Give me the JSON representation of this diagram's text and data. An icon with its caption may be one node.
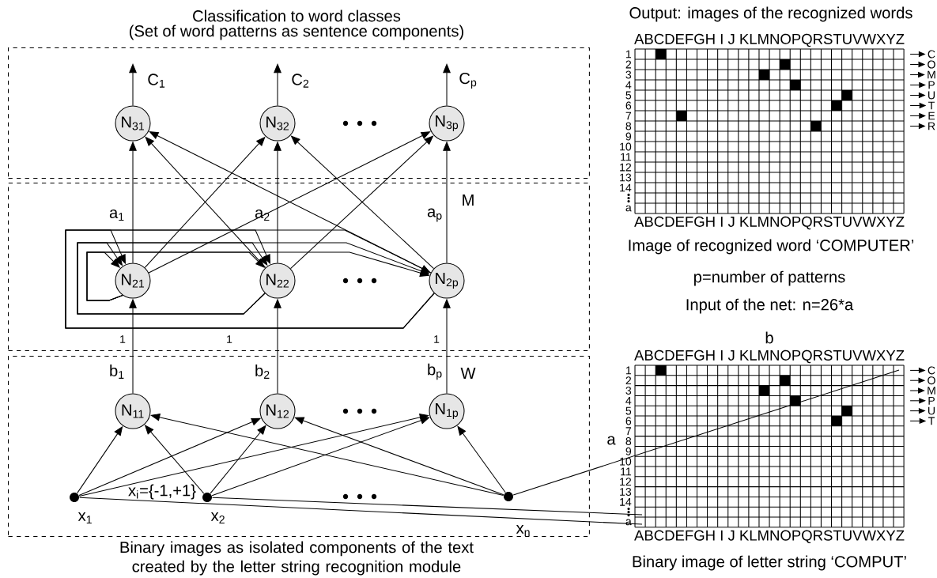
{
  "diagram": {
    "nodes": [
      {
        "text": [
          "Classification to word classes",
          "(Set of word patterns as sentence components)"
        ]
      },
      {
        "text": [
          "M"
        ]
      },
      {
        "text": [
          "W",
          "Binary images as isolated components of the text created by the letter string recognition module"
        ]
      },
      {
        "text": [
          "N$_{31}$"
        ],
        "in": 0
      },
      {
        "text": [
          "N$_{32}$"
        ],
        "in": 0
      },
      {
        "text": [
          "N$_{3p}$"
        ],
        "in": 0
      },
      {
        "text": [
          "N$_{21}$"
        ],
        "in": 1
      },
      {
        "text": [
          "N$_{22}$"
        ],
        "in": 1
      },
      {
        "text": [
          "N$_{2p}$"
        ],
        "in": 1
      },
      {
        "text": [
          "N$_{11}$"
        ],
        "in": 2
      },
      {
        "text": [
          "N$_{12}$"
        ],
        "in": 2
      },
      {
        "text": [
          "N$_{1p}$"
        ],
        "in": 2
      },
      {
        "text": [],
        "shape": "circle",
        "beside": [
          "x$_{1}$"
        ],
        "in": 2
      },
      {
        "text": [],
        "shape": "circle",
        "beside": [
          "x$_{2}$"
        ],
        "in": 2
      },
      {
        "text": [],
        "shape": "circle",
        "beside": [
          "x$_{n}$"
        ],
        "in": 2
      },
      {
        "text": [
          "ABCDEFGH I J KLMNOPQRSTUVWXYZ",
          "1",
          "2",
          "3",
          "4",
          "5",
          "6",
          "7",
          "8",
          "9",
          "10",
          "11",
          "12",
          "13",
          "14",
          "a",
          "ABCDEFGH I J KLMNOPQRSTUVWXYZ"
        ],
        "beside": [
          "Output: images of the recognized words",
          "Image of recognized word ‘COMPUTER’"
        ]
      },
      {
        "text": [
          "ABCDEFGH I J KLMNOPQRSTUVWXYZ",
          "1",
          "2",
          "3",
          "4",
          "5",
          "6",
          "7",
          "8",
          "9",
          "10",
          "11",
          "12",
          "13",
          "14",
          "a",
          "ABCDEFGH I J KLMNOPQRSTUVWXYZ"
        ],
        "beside": [
          "b",
          "a",
          "Binary image of letter string ‘COMPUT’"
        ]
      },
      {
        "text": [
          "C"
        ]
      },
      {
        "text": [
          "O"
        ]
      },
      {
        "text": [
          "M"
        ]
      },
      {
        "text": [
          "P"
        ]
      },
      {
        "text": [
          "U"
        ]
      },
      {
        "text": [
          "T"
        ]
      },
      {
        "text": [
          "E"
        ]
      },
      {
        "text": [
          "R"
        ]
      },
      {
        "text": [
          "C"
        ]
      },
      {
        "text": [
          "O"
        ]
      },
      {
        "text": [
          "M"
        ]
      },
      {
        "text": [
          "P"
        ]
      },
      {
        "text": [
          "U"
        ]
      },
      {
        "text": [
          "T"
        ]
      }
    ],
    "edges": [
      {
        "from": 9,
        "to": 6,
        "arrow": "to",
        "label": "b$_{1}$"
      },
      {
        "from": 10,
        "to": 7,
        "arrow": "to",
        "label": "b$_{2}$"
      },
      {
        "from": 11,
        "to": 8,
        "arrow": "to",
        "label": "b$_{p}$"
      },
      {
        "from": 12,
        "to": 9,
        "arrow": "to"
      },
      {
        "from": 12,
        "to": 10,
        "arrow": "to"
      },
      {
        "from": 12,
        "to": 11,
        "arrow": "to"
      },
      {
        "from": 13,
        "to": 9,
        "arrow": "to"
      },
      {
        "from": 13,
        "to": 10,
        "arrow": "to"
      },
      {
        "from": 13,
        "to": 11,
        "arrow": "to"
      },
      {
        "from": 14,
        "to": 9,
        "arrow": "to"
      },
      {
        "from": 14,
        "to": 10,
        "arrow": "to"
      },
      {
        "from": 14,
        "to": 11,
        "arrow": "to"
      },
      {
        "from": 6,
        "to": 3,
        "arrow": "to"
      },
      {
        "from": 6,
        "to": 4,
        "arrow": "to"
      },
      {
        "from": 6,
        "to": 5,
        "arrow": "to"
      },
      {
        "from": 7,
        "to": 3,
        "arrow": "to"
      },
      {
        "from": 7,
        "to": 4,
        "arrow": "to"
      },
      {
        "from": 7,
        "to": 5,
        "arrow": "to"
      },
      {
        "from": 8,
        "to": 3,
        "arrow": "to"
      },
      {
        "from": 8,
        "to": 4,
        "arrow": "to"
      },
      {
        "from": 8,
        "to": 5,
        "arrow": "to"
      },
      {
        "from": 6,
        "to": 6,
        "arrow": "to"
      },
      {
        "from": 6,
        "to": 7,
        "arrow": "to"
      },
      {
        "from": 6,
        "to": 8,
        "arrow": "to"
      },
      {
        "from": 7,
        "to": 6,
        "arrow": "to"
      },
      {
        "from": 7,
        "to": 7,
        "arrow": "to"
      },
      {
        "from": 7,
        "to": 8,
        "arrow": "to"
      },
      {
        "from": 8,
        "to": 6,
        "arrow": "to"
      },
      {
        "from": 8,
        "to": 7,
        "arrow": "to"
      },
      {
        "from": 8,
        "to": 8,
        "arrow": "to"
      },
      {
        "from": 3,
        "to": null,
        "arrow": "to",
        "label": "C$_{1}$"
      },
      {
        "from": 4,
        "to": null,
        "arrow": "to",
        "label": "C$_{2}$"
      },
      {
        "from": 5,
        "to": null,
        "arrow": "to",
        "label": "C$_{p}$"
      },
      {
        "from": 12,
        "to": 16,
        "arrow": "none"
      },
      {
        "from": 13,
        "to": 16,
        "arrow": "none"
      },
      {
        "from": 14,
        "to": 16,
        "arrow": "none"
      },
      {
        "from": 15,
        "to": 17,
        "arrow": "to"
      },
      {
        "from": 15,
        "to": 18,
        "arrow": "to"
      },
      {
        "from": 15,
        "to": 19,
        "arrow": "to"
      },
      {
        "from": 15,
        "to": 20,
        "arrow": "to"
      },
      {
        "from": 15,
        "to": 21,
        "arrow": "to"
      },
      {
        "from": 15,
        "to": 22,
        "arrow": "to"
      },
      {
        "from": 15,
        "to": 23,
        "arrow": "to"
      },
      {
        "from": 15,
        "to": 24,
        "arrow": "to"
      },
      {
        "from": 16,
        "to": 25,
        "arrow": "to"
      },
      {
        "from": 16,
        "to": 26,
        "arrow": "to"
      },
      {
        "from": 16,
        "to": 27,
        "arrow": "to"
      },
      {
        "from": 16,
        "to": 28,
        "arrow": "to"
      },
      {
        "from": 16,
        "to": 29,
        "arrow": "to"
      },
      {
        "from": 16,
        "to": 30,
        "arrow": "to"
      }
    ],
    "labels": [
      "p=number of patterns",
      "Input of the net:  n=26*a",
      "a$_{1}$",
      "a$_{2}$",
      "a$_{p}$",
      "1",
      "1",
      "1",
      "x$_{i}$={-1,+1}"
    ]
  }
}
